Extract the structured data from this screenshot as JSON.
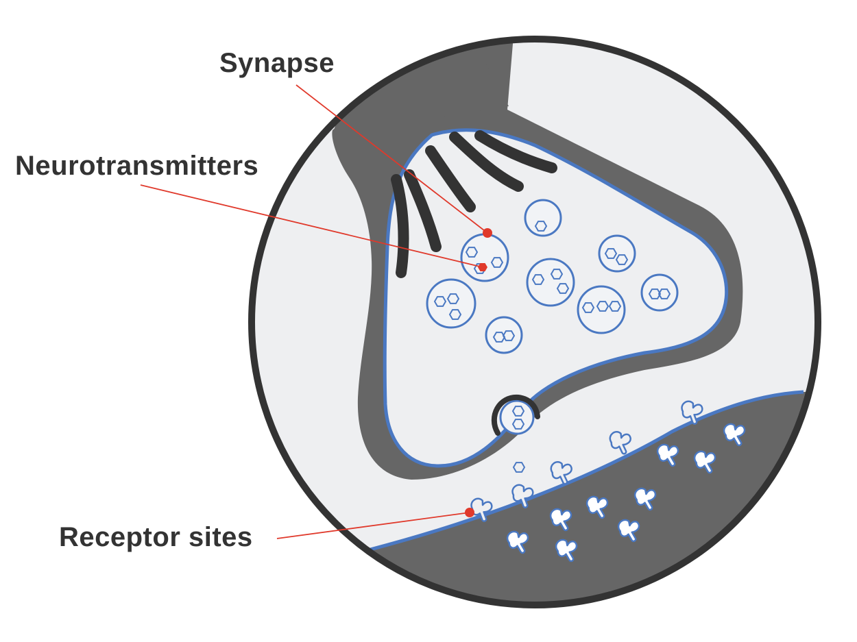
{
  "labels": {
    "synapse": "Synapse",
    "neurotransmitters": "Neurotransmitters",
    "receptor_sites": "Receptor sites"
  },
  "colors": {
    "background": "#ffffff",
    "ring": "#333333",
    "circle_fill": "#eeeff1",
    "terminal_shell": "#666666",
    "membrane": "#4a78c2",
    "vesicle_fill": "#f1f3f6",
    "dark_filament": "#333333",
    "pointer": "#e0392b",
    "label_text": "#333333"
  }
}
